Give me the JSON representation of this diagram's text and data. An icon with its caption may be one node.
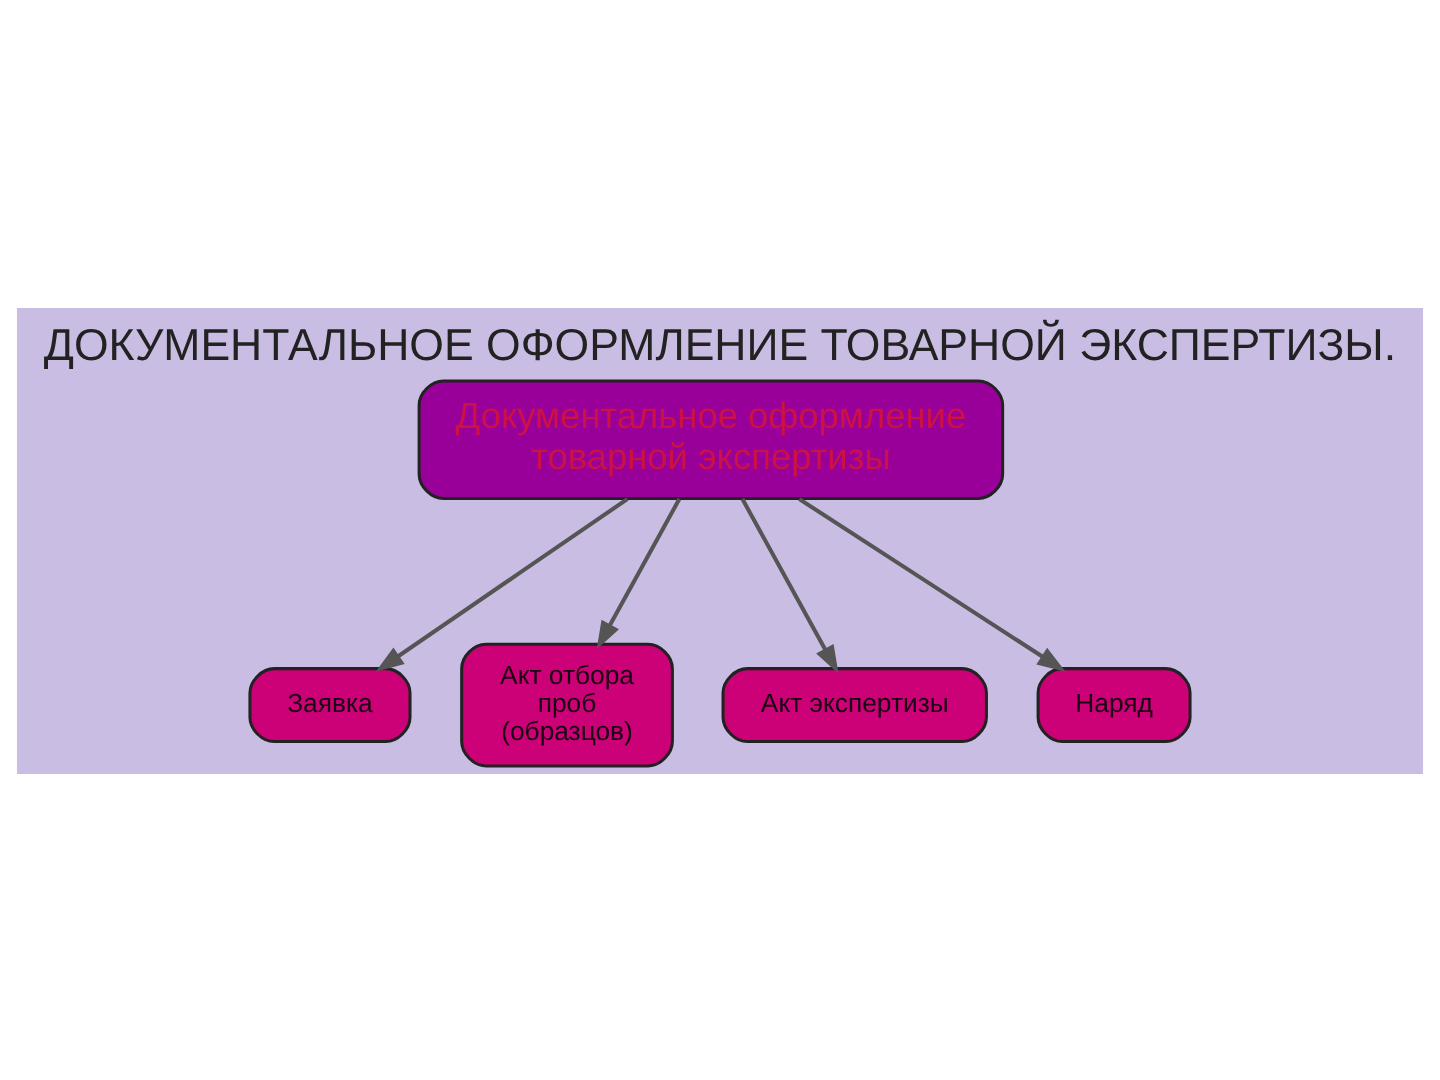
{
  "diagram": {
    "title": "ДОКУМЕНТАЛЬНОЕ ОФОРМЛЕНИЕ ТОВАРНОЙ ЭКСПЕРТИЗЫ.",
    "nodes": [
      {
        "text": [
          "Документальное оформление товарной экспертизы"
        ]
      },
      {
        "text": [
          "Заявка"
        ]
      },
      {
        "text": [
          "Наряд"
        ]
      },
      {
        "text": [
          "Акт отбора проб (образцов)"
        ]
      },
      {
        "text": [
          "Акт экспертизы"
        ]
      }
    ],
    "edges": [
      {
        "from": 0,
        "to": 1,
        "arrow": "to"
      },
      {
        "from": 0,
        "to": 3,
        "arrow": "to"
      },
      {
        "from": 0,
        "to": 4,
        "arrow": "to"
      },
      {
        "from": 0,
        "to": 2,
        "arrow": "to"
      }
    ]
  }
}
